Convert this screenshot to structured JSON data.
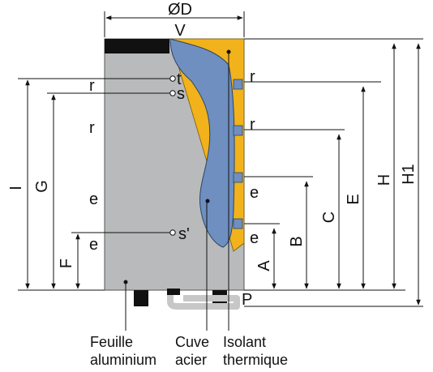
{
  "dimensions": {
    "diameter": "ØD",
    "top_center": "V",
    "left": [
      "I",
      "G",
      "F"
    ],
    "right": [
      "A",
      "B",
      "C",
      "E",
      "H",
      "H1"
    ],
    "bottom_right": "P"
  },
  "points": {
    "t": "t",
    "s": "s",
    "s_prime": "s'"
  },
  "left_labels": [
    "r",
    "r",
    "e",
    "e"
  ],
  "right_labels": [
    "r",
    "r",
    "e",
    "e"
  ],
  "captions": {
    "feuille": [
      "Feuille",
      "aluminium"
    ],
    "cuve": [
      "Cuve",
      "acier"
    ],
    "isolant": [
      "Isolant",
      "thermique"
    ]
  },
  "colors": {
    "aluminium": "#b9babb",
    "tank": "#6e8fc0",
    "insulation": "#f2b21b",
    "cap": "#111111",
    "pipe": "#c7c7c7"
  }
}
